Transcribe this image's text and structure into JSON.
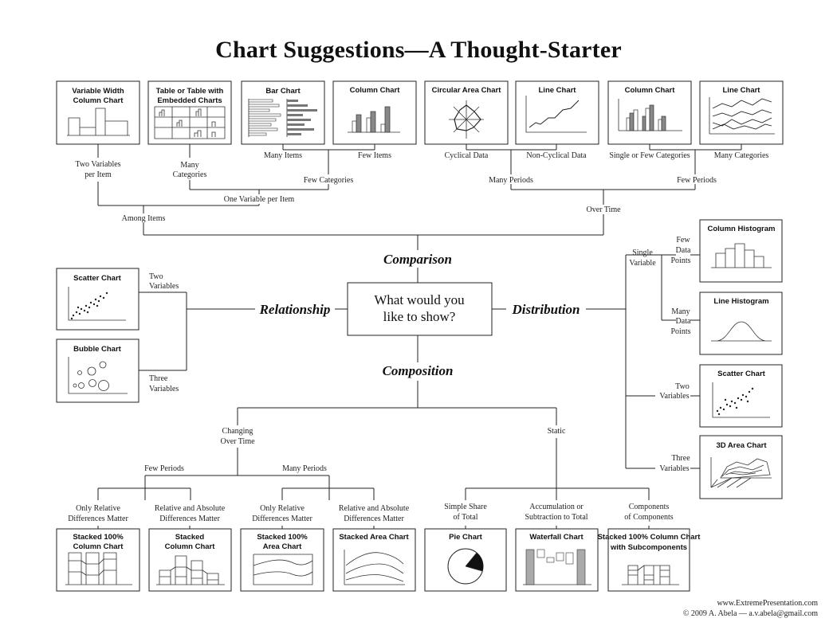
{
  "title": "Chart Suggestions—A Thought-Starter",
  "center_question": [
    "What would you",
    "like to show?"
  ],
  "categories": {
    "comparison": "Comparison",
    "relationship": "Relationship",
    "distribution": "Distribution",
    "composition": "Composition"
  },
  "charts": {
    "variable_width_column": [
      "Variable Width",
      "Column Chart"
    ],
    "table_embedded": [
      "Table or Table with",
      "Embedded Charts"
    ],
    "bar_chart": [
      "Bar Chart"
    ],
    "column_chart_few_items": [
      "Column Chart"
    ],
    "circular_area": [
      "Circular Area Chart"
    ],
    "line_chart_noncyclical": [
      "Line Chart"
    ],
    "column_chart_few_cats": [
      "Column Chart"
    ],
    "line_chart_many_cats": [
      "Line Chart"
    ],
    "scatter_rel": [
      "Scatter Chart"
    ],
    "bubble": [
      "Bubble Chart"
    ],
    "column_histogram": [
      "Column Histogram"
    ],
    "line_histogram": [
      "Line Histogram"
    ],
    "scatter_dist": [
      "Scatter Chart"
    ],
    "area_3d": [
      "3D Area Chart"
    ],
    "stacked_100_column": [
      "Stacked 100%",
      "Column Chart"
    ],
    "stacked_column": [
      "Stacked",
      "Column Chart"
    ],
    "stacked_100_area": [
      "Stacked 100%",
      "Area Chart"
    ],
    "stacked_area": [
      "Stacked Area Chart"
    ],
    "pie": [
      "Pie Chart"
    ],
    "waterfall": [
      "Waterfall Chart"
    ],
    "stacked_100_subcomponents": [
      "Stacked 100% Column Chart",
      "with Subcomponents"
    ]
  },
  "labels": {
    "two_vars_per_item": [
      "Two Variables",
      "per Item"
    ],
    "many_categories_left": [
      "Many",
      "Categories"
    ],
    "many_items": "Many Items",
    "few_items": "Few Items",
    "few_categories": "Few Categories",
    "one_var_per_item": "One Variable per Item",
    "among_items": "Among Items",
    "cyclical_data": "Cyclical Data",
    "noncyclical_data": "Non-Cyclical Data",
    "single_few_categories": "Single or Few Categories",
    "many_categories_right": "Many Categories",
    "many_periods_top": "Many Periods",
    "few_periods_top": "Few Periods",
    "over_time": "Over Time",
    "two_variables_rel": [
      "Two",
      "Variables"
    ],
    "three_variables_rel": [
      "Three",
      "Variables"
    ],
    "single_variable": [
      "Single",
      "Variable"
    ],
    "few_data_points": [
      "Few",
      "Data",
      "Points"
    ],
    "many_data_points": [
      "Many",
      "Data",
      "Points"
    ],
    "two_variables_dist": [
      "Two",
      "Variables"
    ],
    "three_variables_dist": [
      "Three",
      "Variables"
    ],
    "changing_over_time": [
      "Changing",
      "Over Time"
    ],
    "static": "Static",
    "few_periods_bottom": "Few Periods",
    "many_periods_bottom": "Many Periods",
    "only_relative_1": [
      "Only Relative",
      "Differences Matter"
    ],
    "relative_absolute_1": [
      "Relative and Absolute",
      "Differences Matter"
    ],
    "only_relative_2": [
      "Only Relative",
      "Differences Matter"
    ],
    "relative_absolute_2": [
      "Relative and Absolute",
      "Differences Matter"
    ],
    "simple_share": [
      "Simple Share",
      "of Total"
    ],
    "accumulation": [
      "Accumulation or",
      "Subtraction to Total"
    ],
    "components": [
      "Components",
      "of Components"
    ]
  },
  "footer": {
    "website": "www.ExtremePresentation.com",
    "copyright": "© 2009  A. Abela — a.v.abela@gmail.com"
  }
}
